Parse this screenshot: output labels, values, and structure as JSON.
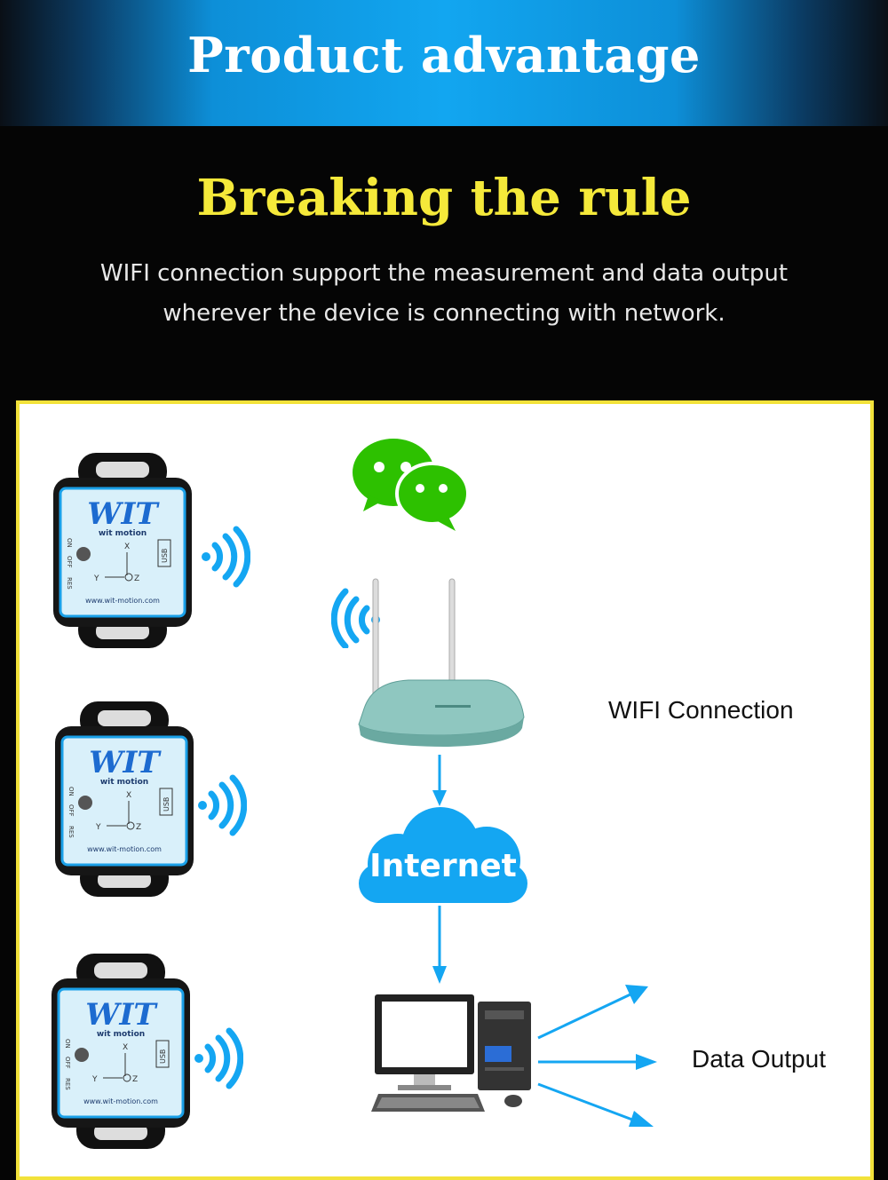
{
  "banner": {
    "title": "Product advantage"
  },
  "headline": "Breaking the rule",
  "subtext": {
    "line1": "WIFI connection support the measurement and data output",
    "line2": "wherever the device is connecting with network."
  },
  "device": {
    "brand": "WIT",
    "brand_sub": "wit motion",
    "switch_labels": [
      "ON",
      "OFF",
      "RES"
    ],
    "usb": "USB",
    "axis_x": "X",
    "axis_y": "Y",
    "axis_z": "Z",
    "url": "www.wit-motion.com"
  },
  "diagram": {
    "wifi_label": "WIFI Connection",
    "internet_label": "Internet",
    "output_label": "Data Output"
  },
  "colors": {
    "accent_blue": "#14a6f2",
    "headline_yellow": "#f5e93a",
    "chat_green": "#2dc100",
    "panel_border": "#f2e23a"
  }
}
